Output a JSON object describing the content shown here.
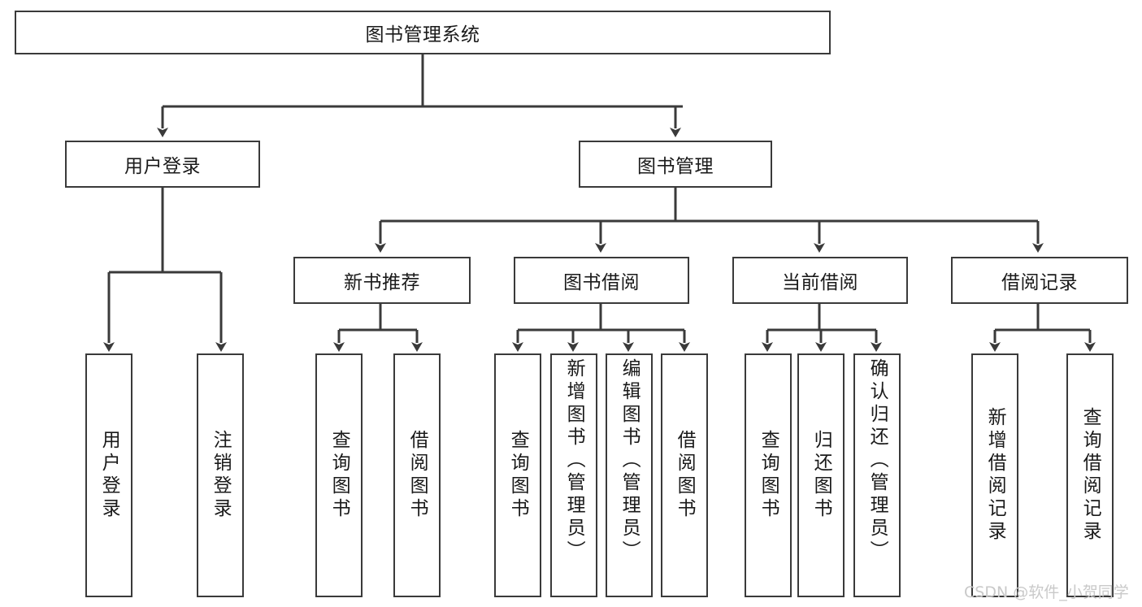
{
  "diagram": {
    "title": "图书管理系统",
    "type": "hierarchy-tree",
    "orientation": "top-down",
    "colors": {
      "box_border": "#3a3a3a",
      "box_fill": "#ffffff",
      "edge": "#3a3a3a",
      "text": "#1a1a1a",
      "watermark": "#c9c9c9",
      "background": "#ffffff"
    },
    "root": {
      "id": "root",
      "label": "图书管理系统"
    },
    "level2": [
      {
        "id": "user-login",
        "label": "用户登录"
      },
      {
        "id": "book-management",
        "label": "图书管理"
      }
    ],
    "level3": [
      {
        "id": "new-book-recommend",
        "label": "新书推荐",
        "parent": "book-management"
      },
      {
        "id": "book-borrow",
        "label": "图书借阅",
        "parent": "book-management"
      },
      {
        "id": "current-borrow",
        "label": "当前借阅",
        "parent": "book-management"
      },
      {
        "id": "borrow-record",
        "label": "借阅记录",
        "parent": "book-management"
      }
    ],
    "leaves": [
      {
        "id": "leaf-user-login",
        "label": "用户登录",
        "parent": "user-login"
      },
      {
        "id": "leaf-logout",
        "label": "注销登录",
        "parent": "user-login"
      },
      {
        "id": "leaf-query-book-1",
        "label": "查询图书",
        "parent": "new-book-recommend"
      },
      {
        "id": "leaf-borrow-book-1",
        "label": "借阅图书",
        "parent": "new-book-recommend"
      },
      {
        "id": "leaf-query-book-2",
        "label": "查询图书",
        "parent": "book-borrow"
      },
      {
        "id": "leaf-add-book",
        "label": "新增图书（管理员）",
        "parent": "book-borrow"
      },
      {
        "id": "leaf-edit-book",
        "label": "编辑图书（管理员）",
        "parent": "book-borrow"
      },
      {
        "id": "leaf-borrow-book-2",
        "label": "借阅图书",
        "parent": "book-borrow"
      },
      {
        "id": "leaf-query-book-3",
        "label": "查询图书",
        "parent": "current-borrow"
      },
      {
        "id": "leaf-return-book",
        "label": "归还图书",
        "parent": "current-borrow"
      },
      {
        "id": "leaf-confirm-return",
        "label": "确认归还（管理员）",
        "parent": "current-borrow"
      },
      {
        "id": "leaf-add-record",
        "label": "新增借阅记录",
        "parent": "borrow-record"
      },
      {
        "id": "leaf-query-record",
        "label": "查询借阅记录",
        "parent": "borrow-record"
      }
    ],
    "watermark": "CSDN @软件_小贺同学"
  }
}
